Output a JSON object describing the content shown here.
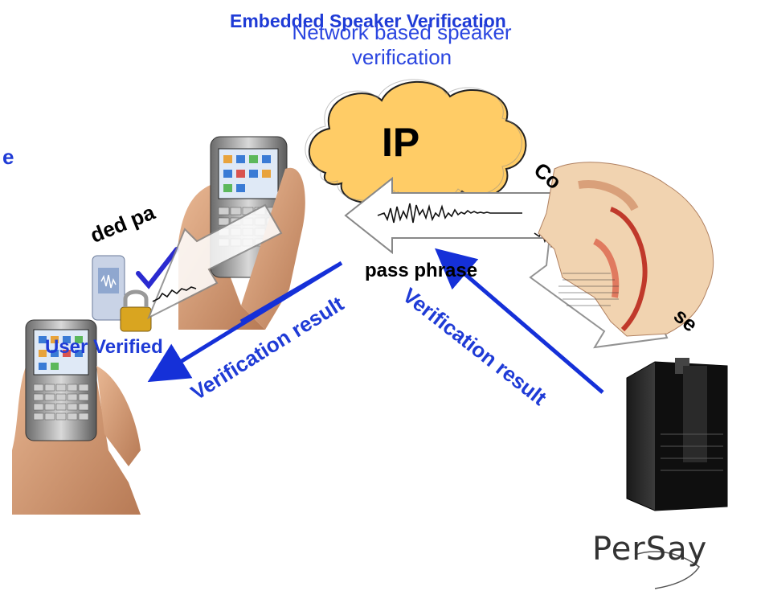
{
  "titles": {
    "embedded": "Embedded Speaker Verification",
    "network": "Network based speaker verification",
    "left_partial": "e"
  },
  "labels": {
    "ip": "IP",
    "pass_phrase": "pass phrase",
    "verification_result_left": "Verification result",
    "verification_result_right": "Verification result",
    "user_verified": "User Verified",
    "coded_partial_left": "ded pa",
    "coded_partial_right_top": "Co",
    "coded_partial_right_bottom": "se",
    "brand": "PerSay"
  },
  "colors": {
    "accent_blue": "#1f3bd6",
    "arrow_blue": "#1530d8"
  }
}
